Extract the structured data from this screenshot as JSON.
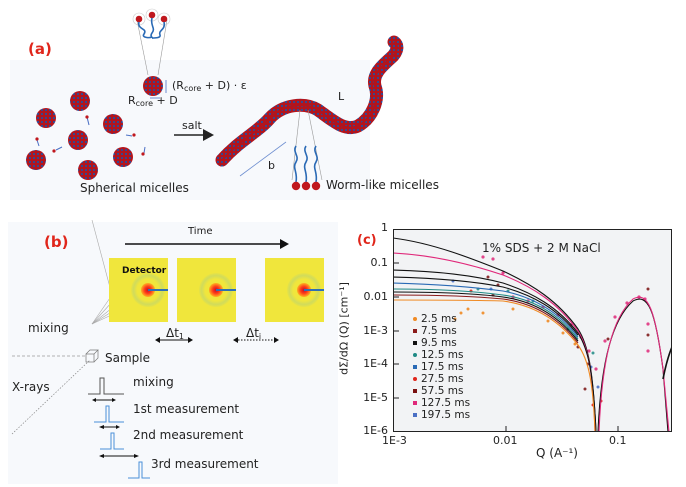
{
  "panel_a": {
    "label": "(a)",
    "spherical_label": "Spherical micelles",
    "wormlike_label": "Worm-like micelles",
    "salt_label": "salt",
    "dim_epsilon_main": "(R",
    "dim_epsilon_sub": "core",
    "dim_epsilon_tail": " + D) · ε",
    "dim_radius_main": "R",
    "dim_radius_sub": "core",
    "dim_radius_tail": " + D",
    "length_label": "L",
    "kuhn_label": "b",
    "colors": {
      "micelle_shell": "#b3141c",
      "micelle_core": "#2b4c9a",
      "chain": "#2a6ab5"
    }
  },
  "panel_b": {
    "label": "(b)",
    "time_label": "Time",
    "detector_label": "Detector",
    "mixing_label": "mixing",
    "sample_label": "Sample",
    "xrays_label": "X-rays",
    "delta_t1_main": "Δt",
    "delta_t1_sub": "1",
    "delta_ti_main": "Δt",
    "delta_ti_sub": "i",
    "pulses": [
      {
        "label": "mixing"
      },
      {
        "label": "1st measurement"
      },
      {
        "label": "2nd measurement"
      },
      {
        "label": "3rd measurement"
      }
    ],
    "colors": {
      "detector_bg": "#f0e63c",
      "pulse_mixing": "#555555",
      "pulse_measure": "#4a90d9"
    }
  },
  "panel_c": {
    "label": "(c)",
    "annotation": "1% SDS + 2 M NaCl",
    "ylabel": "dΣ/dΩ (Q) [cm⁻¹]",
    "xlabel": "Q (A⁻¹)",
    "y_ticks": [
      "1",
      "0.1",
      "0.01",
      "1E-3",
      "1E-4",
      "1E-5",
      "1E-6"
    ],
    "x_ticks": [
      "1E-3",
      "0.01",
      "0.1"
    ],
    "legend": [
      {
        "label": "2.5 ms",
        "color": "#f08a24",
        "marker": "circle"
      },
      {
        "label": "7.5 ms",
        "color": "#8b1a1a",
        "marker": "triangle-right"
      },
      {
        "label": "9.5 ms",
        "color": "#111111",
        "marker": "diamond"
      },
      {
        "label": "12.5 ms",
        "color": "#1f8a85",
        "marker": "circle"
      },
      {
        "label": "17.5 ms",
        "color": "#2a6ab5",
        "marker": "triangle-up"
      },
      {
        "label": "27.5 ms",
        "color": "#e0261b",
        "marker": "circle"
      },
      {
        "label": "57.5 ms",
        "color": "#7a1010",
        "marker": "square"
      },
      {
        "label": "127.5 ms",
        "color": "#e0287a",
        "marker": "square"
      },
      {
        "label": "197.5 ms",
        "color": "#4a6fc4",
        "marker": "square"
      }
    ]
  },
  "chart_data": {
    "type": "scatter",
    "title": "1% SDS + 2 M NaCl",
    "xlabel": "Q (A⁻¹)",
    "ylabel": "dΣ/dΩ (Q) [cm⁻¹]",
    "xscale": "log",
    "yscale": "log",
    "xlim": [
      0.001,
      0.3
    ],
    "ylim": [
      1e-06,
      1
    ],
    "x_ticks": [
      0.001,
      0.01,
      0.1
    ],
    "y_ticks": [
      1,
      0.1,
      0.01,
      0.001,
      0.0001,
      1e-05,
      1e-06
    ],
    "grid": false,
    "legend_position": "lower left",
    "series": [
      {
        "name": "2.5 ms",
        "low_q_plateau": 0.008,
        "fit_color": "#f08a24"
      },
      {
        "name": "7.5 ms",
        "low_q_plateau": 0.011,
        "fit_color": "#8b1a1a"
      },
      {
        "name": "9.5 ms",
        "low_q_plateau": 0.013,
        "fit_color": "#111111"
      },
      {
        "name": "12.5 ms",
        "low_q_plateau": 0.015,
        "fit_color": "#1f8a85"
      },
      {
        "name": "17.5 ms",
        "low_q_plateau": 0.025,
        "fit_color": "#2a6ab5"
      },
      {
        "name": "27.5 ms",
        "low_q_plateau": 0.037,
        "fit_color": "#111111"
      },
      {
        "name": "57.5 ms",
        "low_q_plateau": 0.06,
        "fit_color": "#111111"
      },
      {
        "name": "127.5 ms",
        "low_q_plateau": 0.19,
        "fit_color": "#e0287a"
      },
      {
        "name": "197.5 ms",
        "low_q_plateau": 0.54,
        "fit_color": "#111111"
      }
    ],
    "features": {
      "curves_converge_q": 0.02,
      "converged_intensity": 0.008,
      "first_minimum_q": 0.063,
      "peak_q": 0.15,
      "peak_intensity": 0.01,
      "second_minimum_q": 0.26
    }
  }
}
